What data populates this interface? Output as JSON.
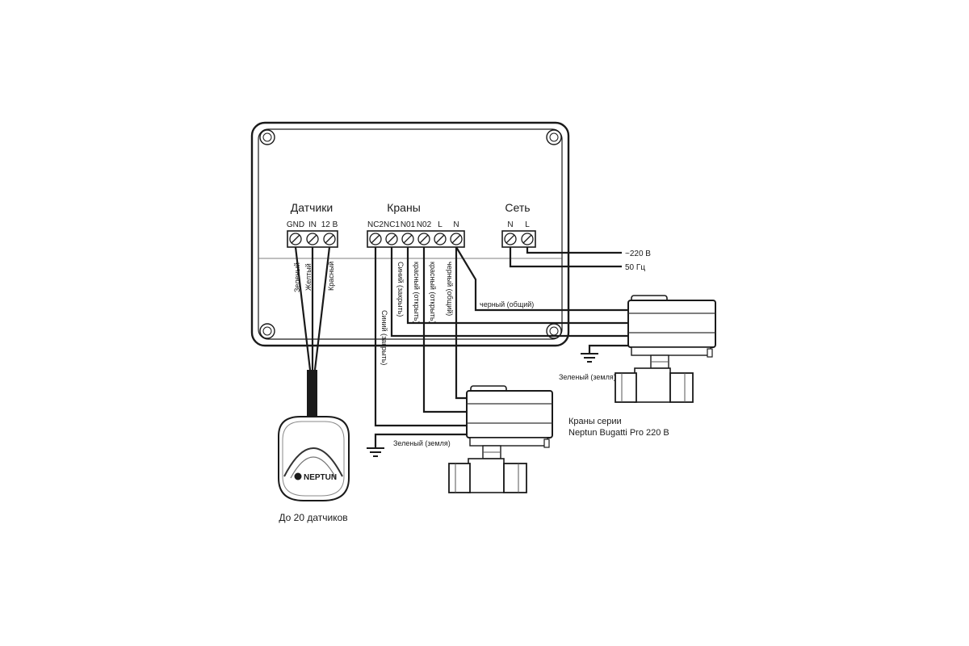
{
  "groups": {
    "sensors": "Датчики",
    "valves": "Краны",
    "mains": "Сеть"
  },
  "terminals": {
    "sensors": [
      "GND",
      "IN",
      "12 В"
    ],
    "valves": [
      "NC2",
      "NC1",
      "N01",
      "N02",
      "L",
      "N"
    ],
    "mains": [
      "N",
      "L"
    ]
  },
  "wire_labels": {
    "sensor_green": "Зеленый",
    "sensor_yellow": "Желтый",
    "sensor_red": "Красный",
    "blue_close_2": "Синий (закрыть)",
    "blue_close_1": "Синий (закрыть)",
    "red_open_1": "красный (открыть)",
    "red_open_2": "красный (открыть)",
    "black_common_v": "черный (общий)",
    "black_common_h": "черный (общий)",
    "green_ground_1": "Зеленый (земля)",
    "green_ground_2": "Зеленый (земля)"
  },
  "power": {
    "voltage": "~220 В",
    "frequency": "50 Гц"
  },
  "valve_series": {
    "line1": "Краны серии",
    "line2": "Neptun Bugatti Pro 220 В"
  },
  "sensor": {
    "brand": "NEPTUN",
    "caption": "До 20 датчиков"
  }
}
